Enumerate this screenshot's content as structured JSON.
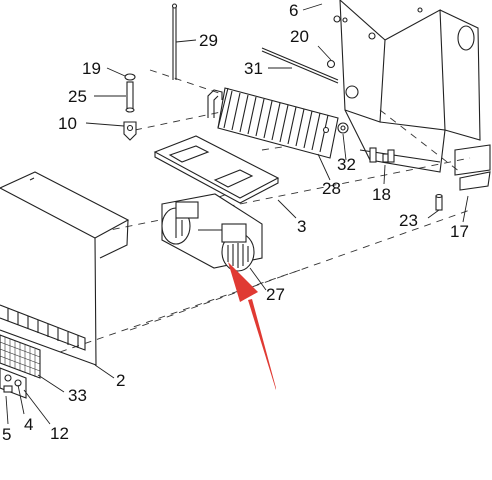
{
  "diagram": {
    "callouts": [
      {
        "id": "c6",
        "text": "6"
      },
      {
        "id": "c29",
        "text": "29"
      },
      {
        "id": "c20",
        "text": "20"
      },
      {
        "id": "c19",
        "text": "19"
      },
      {
        "id": "c31",
        "text": "31"
      },
      {
        "id": "c25",
        "text": "25"
      },
      {
        "id": "c10",
        "text": "10"
      },
      {
        "id": "c32",
        "text": "32"
      },
      {
        "id": "c28",
        "text": "28"
      },
      {
        "id": "c18",
        "text": "18"
      },
      {
        "id": "c3",
        "text": "3"
      },
      {
        "id": "c23",
        "text": "23"
      },
      {
        "id": "c17",
        "text": "17"
      },
      {
        "id": "c27",
        "text": "27"
      },
      {
        "id": "c2",
        "text": "2"
      },
      {
        "id": "c33",
        "text": "33"
      },
      {
        "id": "c5",
        "text": "5"
      },
      {
        "id": "c4",
        "text": "4"
      },
      {
        "id": "c12",
        "text": "12"
      }
    ],
    "pointer_arrow": {
      "color": "#e03a33",
      "target": "27"
    },
    "line_color": "#222222"
  }
}
